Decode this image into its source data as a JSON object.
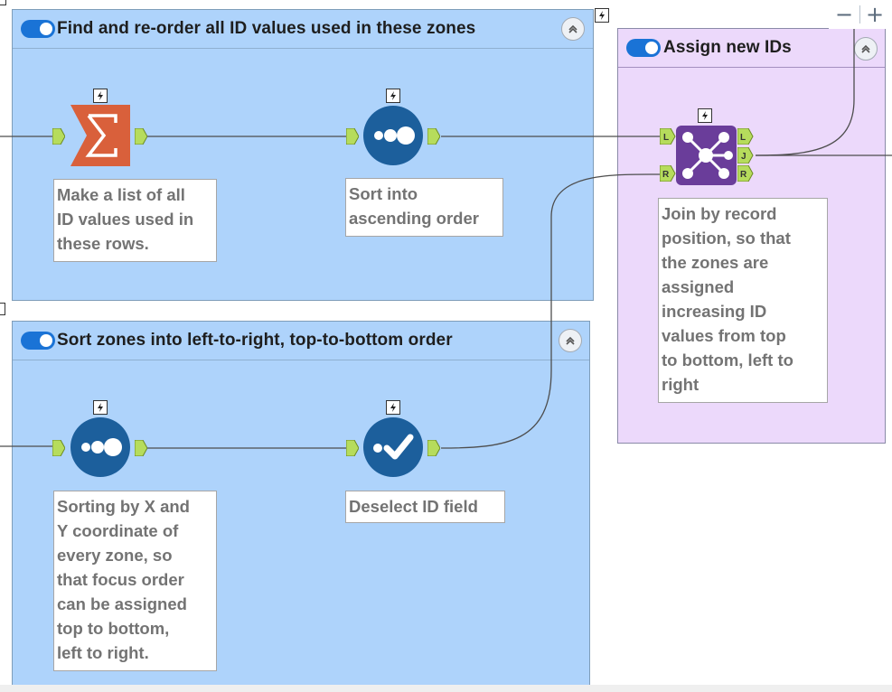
{
  "containers": [
    {
      "id": "find",
      "title": "Find and re-order all ID values used in these zones",
      "enabled": true
    },
    {
      "id": "sort",
      "title": "Sort zones into left-to-right, top-to-bottom order",
      "enabled": true
    },
    {
      "id": "assign",
      "title": "Assign new IDs",
      "enabled": true
    }
  ],
  "tools": {
    "summarize": {
      "icon": "summarize-sigma-icon",
      "annotation": [
        "Make a list of all",
        "ID values used in",
        "these rows."
      ]
    },
    "sort_ascending": {
      "icon": "sort-icon",
      "annotation": [
        "Sort into",
        "ascending order"
      ]
    },
    "sort_xy": {
      "icon": "sort-icon",
      "annotation": [
        "Sorting by X and",
        "Y coordinate of",
        "every zone, so",
        "that focus order",
        "can be assigned",
        "top to bottom,",
        "left to right."
      ]
    },
    "select": {
      "icon": "select-checkmark-icon",
      "annotation": [
        "Deselect ID field"
      ]
    },
    "join": {
      "icon": "join-multiple-icon",
      "annotation": [
        "Join by record",
        "position, so that",
        "the zones are",
        "assigned",
        "increasing ID",
        "values from top",
        "to bottom, left to",
        "right"
      ],
      "inputs": [
        "L",
        "R"
      ],
      "outputs": [
        "L",
        "J",
        "R"
      ]
    }
  },
  "zoom": {
    "minus": "−",
    "plus": "+"
  },
  "colors": {
    "container_blue": "#aed3fb",
    "container_purple": "#ecd9fb",
    "summarize_orange": "#d9603b",
    "sort_blue": "#1c5f9c",
    "join_purple": "#6a3d9a",
    "anchor_green": "#b6dc5c",
    "toggle_blue": "#1a73d6"
  }
}
